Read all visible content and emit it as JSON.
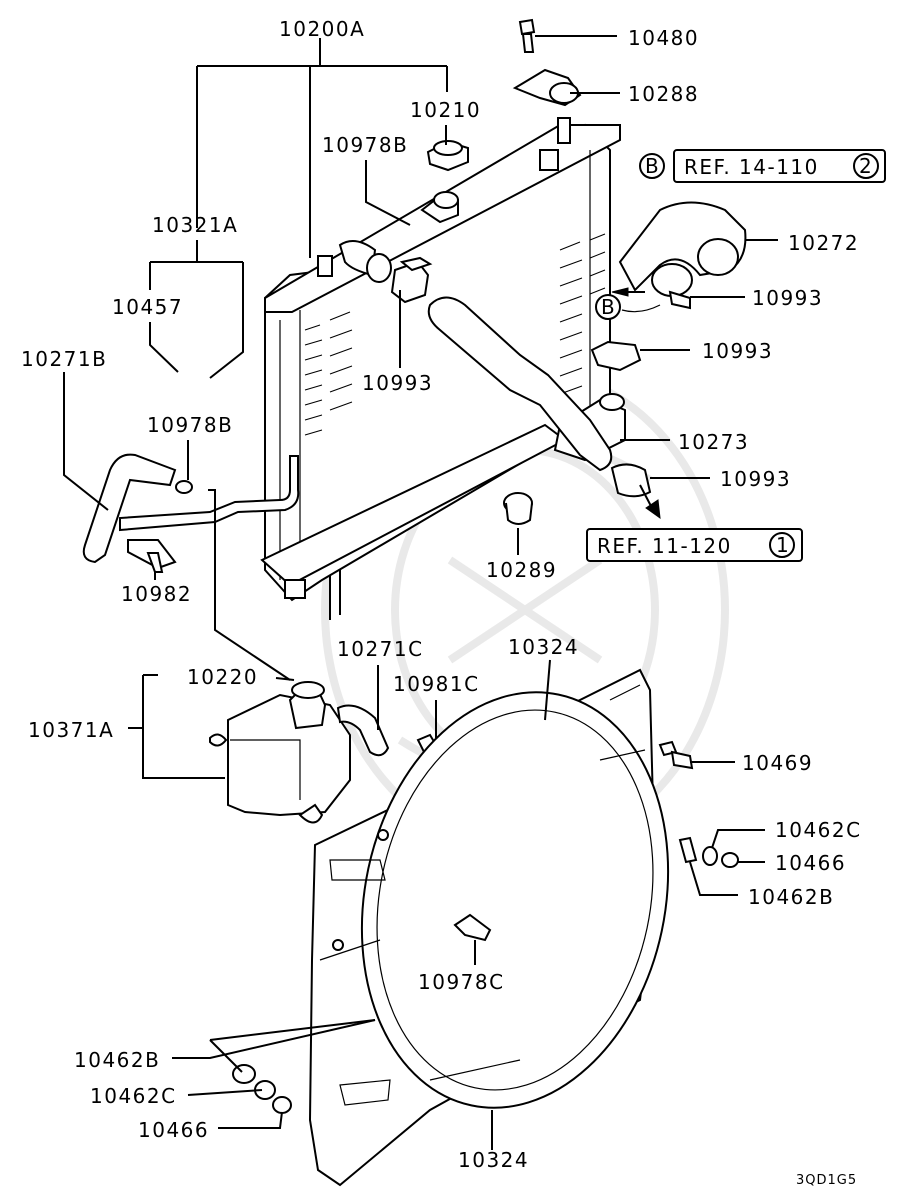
{
  "parts": {
    "radiator_assy": "10200A",
    "radiator_cap": "10210",
    "hose_clip_upper": "10978B",
    "drain_cock_assy": "10321A",
    "drain_plug_gasket": "10457",
    "overflow_hose": "10271B",
    "hose_clip_lower": "10978B",
    "hose_bracket": "10982",
    "bolt_top": "10480",
    "upper_bracket": "10288",
    "upper_hose": "10272",
    "clamp_right_a": "10993",
    "clamp_right_b": "10993",
    "clamp_left": "10993",
    "lower_hose": "10273",
    "clamp_lower": "10993",
    "insulator": "10289",
    "reserve_tank": "10371A",
    "reserve_cap": "10220",
    "tank_hose": "10271C",
    "tank_bolt": "10981C",
    "shroud_top": "10324",
    "shroud_bottom": "10324",
    "shroud_bolt": "10469",
    "washer_c_right": "10462C",
    "nut_right": "10466",
    "washer_b_right": "10462B",
    "shroud_clip": "10978C",
    "washer_b_left": "10462B",
    "washer_c_left": "10462C",
    "nut_left": "10466"
  },
  "references": {
    "ref_upper_marker": "B",
    "ref_upper_text": "REF. 14-110",
    "ref_upper_num": "2",
    "ref_lower_text": "REF. 11-120",
    "ref_lower_num": "1",
    "hose_marker": "B"
  },
  "diagram_code": "3QD1G5"
}
